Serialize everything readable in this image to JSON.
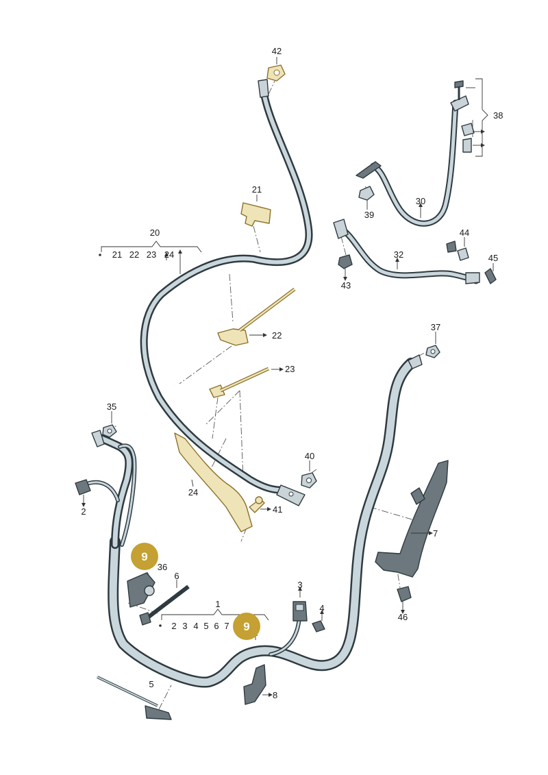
{
  "badge": {
    "color": "#c5a032",
    "text": "9"
  },
  "labels": {
    "p1": "1",
    "p2": "2",
    "p3": "3",
    "p4": "4",
    "p5": "5",
    "p6": "6",
    "p7": "7",
    "p8": "8",
    "p20": "20",
    "p21": "21",
    "p22": "22",
    "p23": "23",
    "p24": "24",
    "p30": "30",
    "p32": "32",
    "p35": "35",
    "p36": "36",
    "p37": "37",
    "p38": "38",
    "p39": "39",
    "p40": "40",
    "p41": "41",
    "p42": "42",
    "p43": "43",
    "p44": "44",
    "p45": "45",
    "p46": "46"
  },
  "group20": {
    "items": [
      "21",
      "22",
      "23",
      "24"
    ]
  },
  "group1": {
    "items": [
      "2",
      "3",
      "4",
      "5",
      "6",
      "7"
    ]
  }
}
